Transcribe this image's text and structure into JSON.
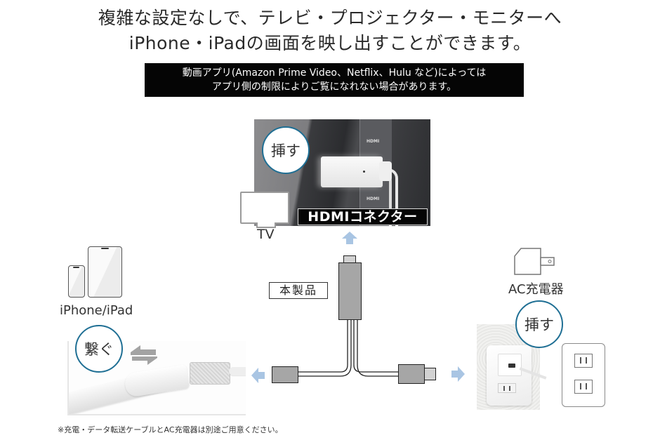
{
  "headline": {
    "line1": "複雑な設定なしで、テレビ・プロジェクター・モニターへ",
    "line2": "iPhone・iPadの画面を映し出すことができます。"
  },
  "notice": {
    "line1": "動画アプリ(Amazon Prime Video、Netflix、Hulu など)によっては",
    "line2": "アプリ側の制限によりご覧になれない場合があります。"
  },
  "tv_section": {
    "action_label": "挿す",
    "connector_label": "HDMIコネクター",
    "device_label": "TV",
    "photo_port_labels": [
      "HDMI",
      "HDMI"
    ]
  },
  "product": {
    "label": "本製品"
  },
  "device_section": {
    "device_label": "iPhone/iPad",
    "action_label": "繋ぐ"
  },
  "charger_section": {
    "device_label": "AC充電器",
    "action_label": "挿す"
  },
  "footnote": "※充電・データ転送ケーブルとAC充電器は別途ご用意ください。",
  "icons": {
    "tv": "tv-monitor-icon",
    "phone": "iphone-icon",
    "tablet": "ipad-icon",
    "charger": "ac-adapter-icon",
    "outlet": "wall-outlet-icon",
    "swap": "swap-arrows-icon",
    "flow_arrow": "light-blue-arrow"
  },
  "colors": {
    "circle_border": "#1f6f94",
    "arrow": "#a9c5e3",
    "label_bg": "#050505",
    "plug_body": "#a6a6a6",
    "plug_tip": "#d2d2d2"
  }
}
